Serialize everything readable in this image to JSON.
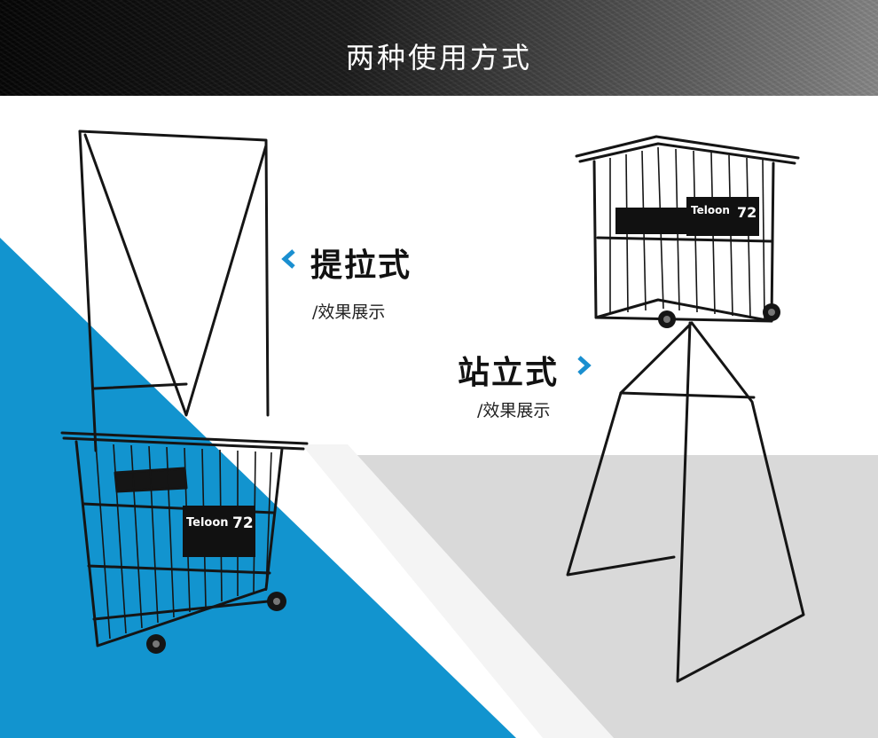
{
  "header": {
    "title": "两种使用方式"
  },
  "left": {
    "label": "提拉式",
    "sub": "/效果展示",
    "brand": "Teloon",
    "model": "72"
  },
  "right": {
    "label": "站立式",
    "sub": "/效果展示",
    "brand": "Teloon",
    "model": "72"
  },
  "colors": {
    "accent_blue": "#1294cf",
    "gray_panel": "#d9d9d9",
    "arrow_blue": "#1a8fd0",
    "frame": "#151515"
  },
  "icons": {
    "left_arrow": "chevron-left-icon",
    "right_arrow": "chevron-right-icon"
  }
}
